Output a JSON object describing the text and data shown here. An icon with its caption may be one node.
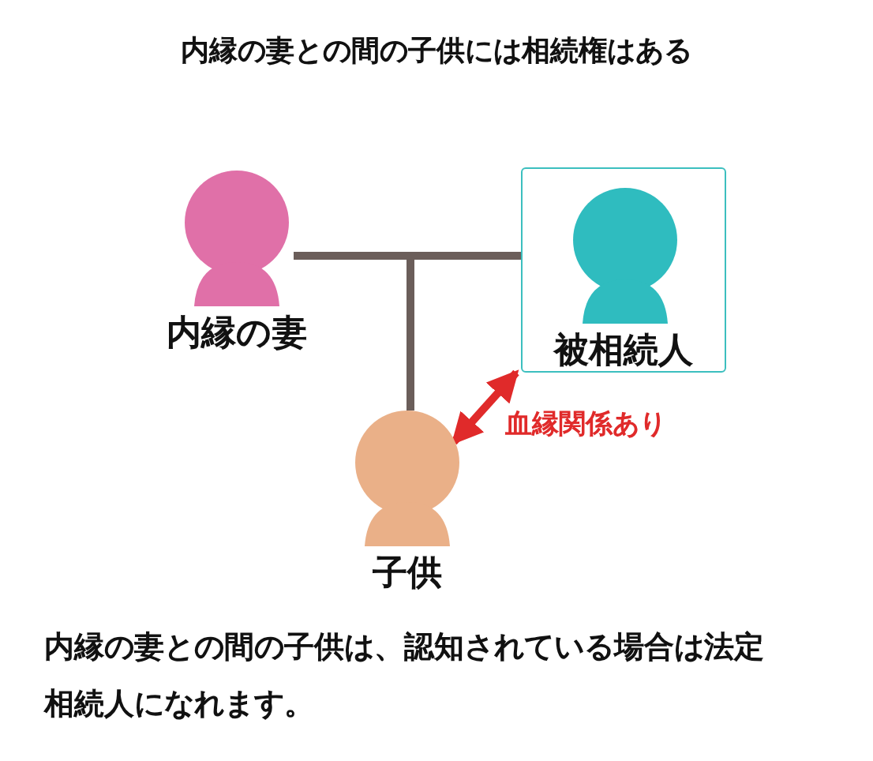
{
  "diagram": {
    "title": "内縁の妻との間の子供には相続権はある",
    "nodes": [
      {
        "text": [
          "内縁の妻"
        ]
      },
      {
        "text": [
          "被相続人"
        ]
      },
      {
        "text": [
          "子供"
        ]
      }
    ],
    "edges": [
      {
        "from": 0,
        "to": 1,
        "arrow": "none"
      },
      {
        "from": 0,
        "to": 2,
        "arrow": "none"
      },
      {
        "from": 1,
        "to": 2,
        "arrow": "none"
      },
      {
        "from": 2,
        "to": 1,
        "arrow": "both",
        "label": "血縁関係あり",
        "color": "#e02a2a"
      }
    ],
    "caption": "内縁の妻との間の子供は、認知されている場合は法定相続人になれます。"
  }
}
